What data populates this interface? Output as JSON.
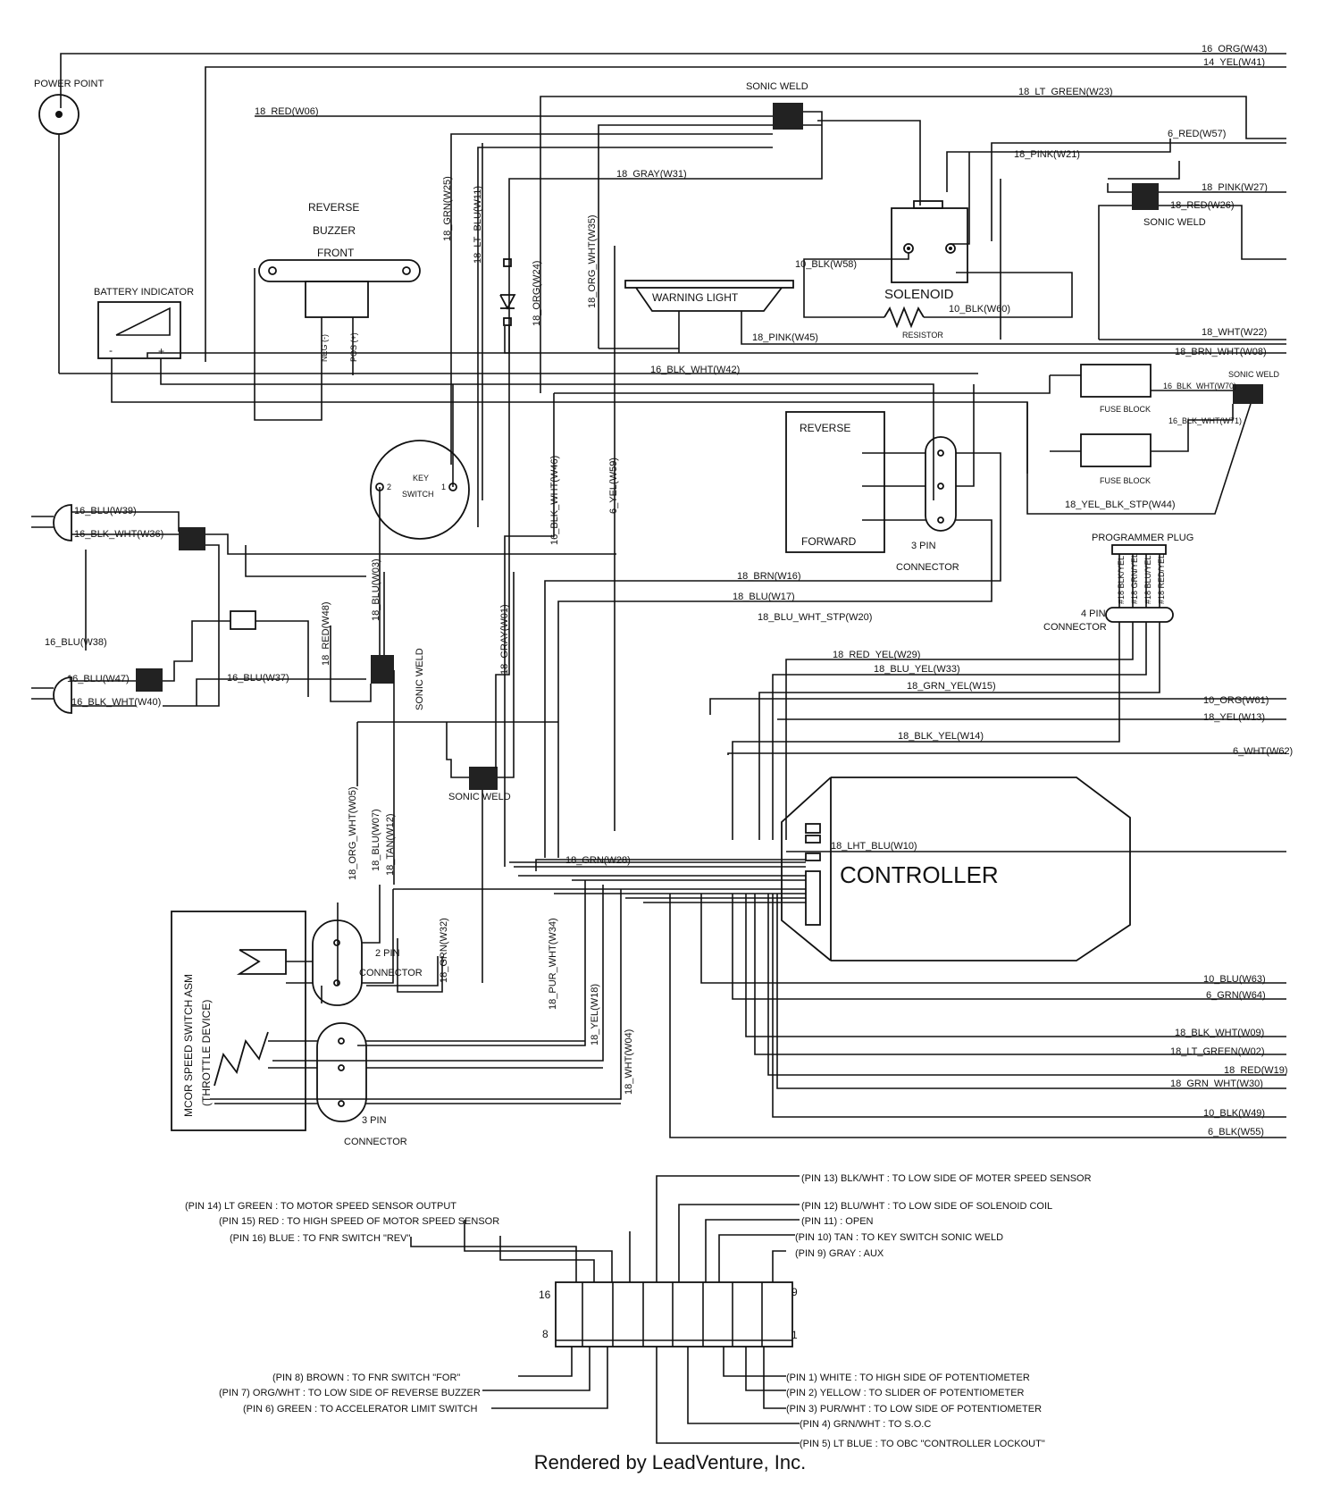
{
  "wires": {
    "right": [
      "16_ORG(W43)",
      "14_YEL(W41)",
      "18_LT_GREEN(W23)",
      "6_RED(W57)",
      "18_PINK(W21)",
      "18_PINK(W27)",
      "18_RED(W26)",
      "18_WHT(W22)",
      "18_BRN_WHT(W08)",
      "10_ORG(W61)",
      "18_YEL(W13)",
      "6_WHT(W62)",
      "10_BLU(W63)",
      "6_GRN(W64)",
      "18_BLK_WHT(W09)",
      "18_LT_GREEN(W02)",
      "18_RED(W19)",
      "18_GRN_WHT(W30)",
      "10_BLK(W49)",
      "6_BLK(W55)"
    ],
    "top": [
      "18_RED(W06)",
      "18_GRAY(W31)",
      "18_PINK(W45)",
      "16_BLK_WHT(W42)",
      "10_BLK(W58)",
      "10_BLK(W60)"
    ],
    "vertical": [
      "18_GRN(W25)",
      "18_LT_BLU(W11)",
      "18_ORG_WHT(W35)",
      "18_ORG(W24)",
      "16_BLK_WHT(W46)",
      "6_YEL(W59)",
      "18_BLU(W03)",
      "18_RED(W48)",
      "18_GRAY(W01)",
      "18_ORG_WHT(W05)",
      "18_BLU(W07)",
      "18_TAN(W12)",
      "18_GRN(W32)",
      "18_PUR_WHT(W34)",
      "18_YEL(W18)",
      "18_WHT(W04)"
    ],
    "left": [
      "16_BLU(W39)",
      "16_BLK_WHT(W36)",
      "16_BLU(W38)",
      "16_BLU(W47)",
      "16_BLK_WHT(W40)",
      "16_BLU(W37)"
    ],
    "middle": [
      "18_BRN(W16)",
      "18_BLU(W17)",
      "18_BLU_WHT_STP(W20)",
      "18_RED_YEL(W29)",
      "18_BLU_YEL(W33)",
      "18_GRN_YEL(W15)",
      "18_BLK_YEL(W14)",
      "18_LHT_BLU(W10)",
      "18_GRN(W28)",
      "18_YEL_BLK_STP(W44)"
    ],
    "fuse": [
      "16_BLK_WHT(W70)",
      "16_BLK_WHT(W71)"
    ],
    "plug_pins": [
      "#18 BLK/YEL",
      "#18 GRN/YEL",
      "#18 BLU/YEL",
      "#18 RED/YEL"
    ]
  },
  "components": {
    "power_point": "POWER POINT",
    "sonic_weld": "SONIC WELD",
    "reverse_buzzer": [
      "REVERSE",
      "BUZZER",
      "FRONT"
    ],
    "battery_indicator": "BATTERY INDICATOR",
    "minus": "-",
    "plus": "+",
    "neg": "NEG (-)",
    "pos": "POS (+)",
    "warning_light": "WARNING LIGHT",
    "solenoid": "SOLENOID",
    "resistor": "RESISTOR",
    "fuse_block": "FUSE BLOCK",
    "key_switch": [
      "KEY",
      "SWITCH"
    ],
    "key_pin1": "1",
    "key_pin2": "2",
    "reverse": "REVERSE",
    "forward": "FORWARD",
    "three_pin": "3 PIN",
    "connector": "CONNECTOR",
    "programmer_plug": "PROGRAMMER PLUG",
    "four_pin": "4 PIN",
    "controller": "CONTROLLER",
    "two_pin": "2 PIN",
    "motor_speed": "MCOR SPEED SWITCH ASM",
    "throttle": "(THROTTLE DEVICE)"
  },
  "pinout": {
    "left_top": [
      "(PIN 14) LT GREEN   : TO MOTOR SPEED SENSOR OUTPUT",
      "(PIN 15) RED   : TO HIGH SPEED OF MOTOR SPEED SENSOR",
      "(PIN 16) BLUE   : TO FNR SWITCH \"REV\""
    ],
    "right_top": [
      "(PIN 13) BLK/WHT   : TO LOW  SIDE OF MOTER SPEED SENSOR",
      "(PIN 12) BLU/WHT   : TO LOW SIDE OF SOLENOID COIL",
      "(PIN 11)          : OPEN",
      "(PIN 10) TAN     : TO KEY SWITCH SONIC WELD",
      "(PIN 9) GRAY     : AUX"
    ],
    "left_bottom": [
      "(PIN 8) BROWN   : TO FNR SWITCH \"FOR\"",
      "(PIN 7) ORG/WHT     : TO LOW SIDE OF REVERSE BUZZER",
      "(PIN 6) GREEN     : TO ACCELERATOR LIMIT SWITCH"
    ],
    "right_bottom": [
      "(PIN 1) WHITE   : TO HIGH SIDE OF POTENTIOMETER",
      "(PIN 2) YELLOW   : TO SLIDER OF POTENTIOMETER",
      "(PIN 3) PUR/WHT   : TO LOW SIDE OF POTENTIOMETER",
      "(PIN 4) GRN/WHT   : TO S.O.C",
      "(PIN 5) LT BLUE   : TO OBC \"CONTROLLER LOCKOUT\""
    ],
    "pin16": "16",
    "pin8": "8",
    "pin9": "9",
    "pin1": "1"
  },
  "footer": "Rendered by LeadVenture, Inc."
}
